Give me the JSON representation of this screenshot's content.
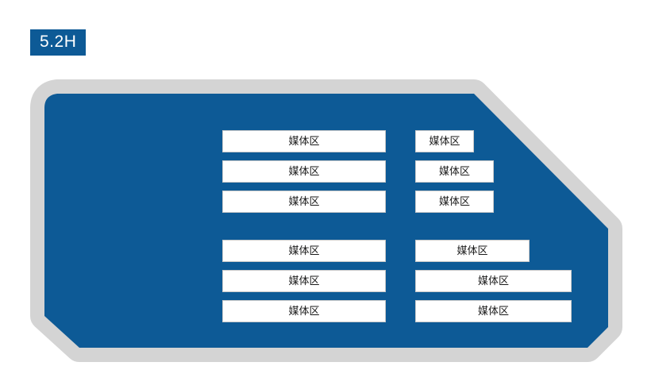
{
  "badge": {
    "label": "5.2H"
  },
  "colors": {
    "primary": "#0d5a96",
    "outline": "#d4d4d4",
    "zone_background": "#ffffff",
    "zone_text": "#1a1a1a"
  },
  "zones": [
    {
      "label": "媒体区"
    },
    {
      "label": "媒体区"
    },
    {
      "label": "媒体区"
    },
    {
      "label": "媒体区"
    },
    {
      "label": "媒体区"
    },
    {
      "label": "媒体区"
    },
    {
      "label": "媒体区"
    },
    {
      "label": "媒体区"
    },
    {
      "label": "媒体区"
    },
    {
      "label": "媒体区"
    },
    {
      "label": "媒体区"
    },
    {
      "label": "媒体区"
    }
  ]
}
